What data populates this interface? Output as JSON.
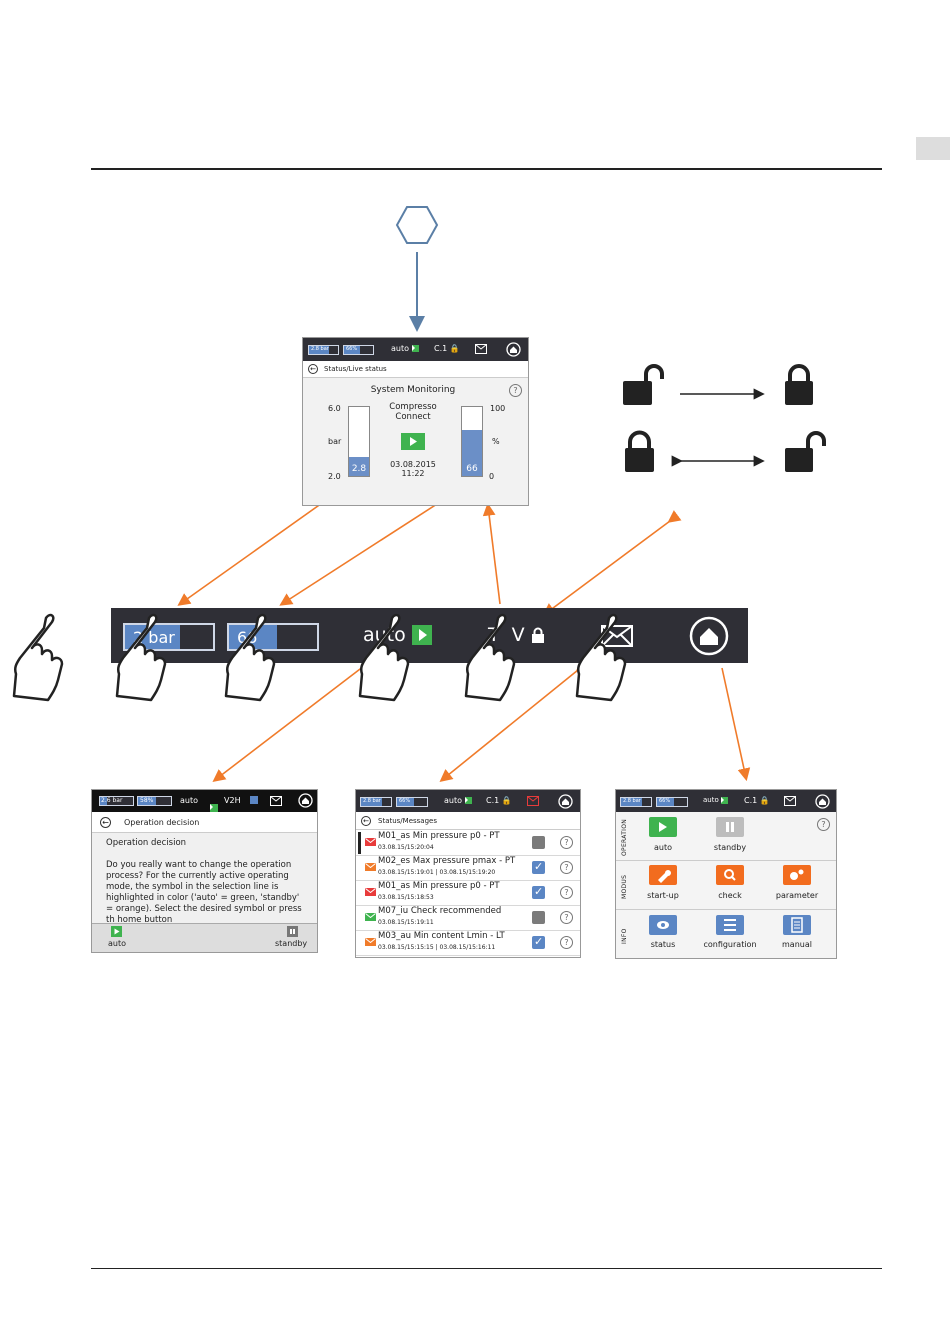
{
  "colors": {
    "accent_orange": "#f07b2a",
    "arrow_blue": "#5b7fa6",
    "bar_dark": "#2f2f36",
    "fill_blue": "#5b86c4",
    "green": "#3fb34f",
    "orange": "#f26c1e"
  },
  "main_screen": {
    "pressure_chip": "2.8 bar",
    "level_chip": "66%",
    "mode": "auto",
    "config": "C.1",
    "breadcrumb": "Status/Live status",
    "title": "System Monitoring",
    "device_line1": "Compresso",
    "device_line2": "Connect",
    "date": "03.08.2015",
    "time": "11:22",
    "pressure_scale": {
      "max": "6.0",
      "min": "2.0",
      "unit": "bar",
      "value": "2.8",
      "value_num": 2.8,
      "min_num": 2.0,
      "max_num": 6.0
    },
    "level_scale": {
      "max": "100",
      "min": "0",
      "unit": "%",
      "value": "66",
      "value_num": 66,
      "min_num": 0,
      "max_num": 100
    },
    "help": "?"
  },
  "zoom_bar": {
    "pressure": "2",
    "pressure_unit": "bar",
    "level": "66",
    "mode": "auto",
    "config_prefix": "T",
    "config_suffix": "V"
  },
  "operation_screen": {
    "pressure_chip_a": "2.",
    "pressure_chip_b": "6 bar",
    "level_chip": "58%",
    "mode": "auto",
    "config": "V2H",
    "breadcrumb": "Operation decision",
    "heading": "Operation decision",
    "body": "Do you really want to change the operation process? For the currently active operating mode, the symbol in the selection line is highlighted in color ('auto' = green, 'standby' = orange). Select the desired symbol or press th home button",
    "left_label": "auto",
    "right_label": "standby"
  },
  "messages_screen": {
    "pressure_chip": "2.8 bar",
    "level_chip": "66%",
    "mode": "auto",
    "config": "C.1",
    "breadcrumb": "Status/Messages",
    "rows": [
      {
        "title": "M01_as Min pressure p0 - PT",
        "time": "03.08.15/15:20:04",
        "env": "red",
        "checked": false
      },
      {
        "title": "M02_es Max pressure pmax - PT",
        "time": "03.08.15/15:19:01 | 03.08.15/15:19:20",
        "env": "orange",
        "checked": true
      },
      {
        "title": "M01_as Min pressure p0 - PT",
        "time": "03.08.15/15:18:53",
        "env": "red",
        "checked": true
      },
      {
        "title": "M07_iu Check recommended",
        "time": "03.08.15/15:19:11",
        "env": "green",
        "checked": false
      },
      {
        "title": "M03_au Min content Lmin - LT",
        "time": "03.08.15/15:15:15 | 03.08.15/15:16:11",
        "env": "orange",
        "checked": true
      }
    ]
  },
  "home_screen": {
    "pressure_chip": "2.8 bar",
    "level_chip": "66%",
    "mode": "auto",
    "config": "C.1",
    "sections": [
      "OPERATION",
      "MODUS",
      "INFO"
    ],
    "operation": [
      {
        "label": "auto",
        "icon": "play-icon"
      },
      {
        "label": "standby",
        "icon": "pause-icon"
      }
    ],
    "modus": [
      {
        "label": "start-up",
        "icon": "wrench-icon"
      },
      {
        "label": "check",
        "icon": "magnifier-icon"
      },
      {
        "label": "parameter",
        "icon": "gears-icon"
      }
    ],
    "info": [
      {
        "label": "status",
        "icon": "eye-icon"
      },
      {
        "label": "configuration",
        "icon": "list-icon"
      },
      {
        "label": "manual",
        "icon": "document-icon"
      }
    ]
  }
}
